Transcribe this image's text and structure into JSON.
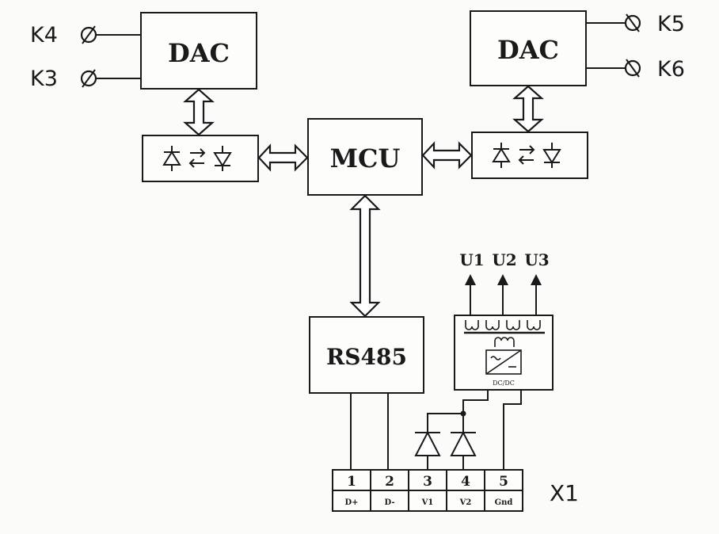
{
  "blocks": {
    "dac_left": "DAC",
    "dac_right": "DAC",
    "mcu": "MCU",
    "rs485": "RS485",
    "dcdc_label": "DC/DC"
  },
  "terminals": {
    "k4": "K4",
    "k3": "K3",
    "k5": "K5",
    "k6": "K6"
  },
  "outputs": [
    "U1",
    "U2",
    "U3"
  ],
  "connector": {
    "name": "X1",
    "pins": [
      {
        "num": "1",
        "label": "D+"
      },
      {
        "num": "2",
        "label": "D-"
      },
      {
        "num": "3",
        "label": "V1"
      },
      {
        "num": "4",
        "label": "V2"
      },
      {
        "num": "5",
        "label": "Gnd"
      }
    ]
  }
}
